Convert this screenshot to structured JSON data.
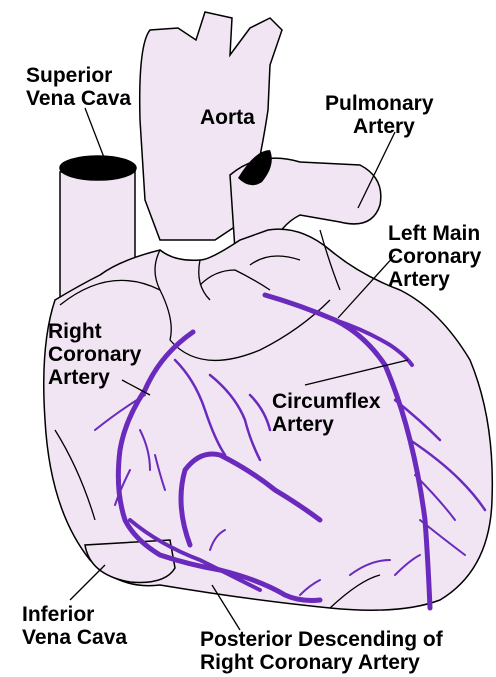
{
  "labels": {
    "superior_vena_cava": [
      "Superior",
      "Vena Cava"
    ],
    "aorta": [
      "Aorta"
    ],
    "pulmonary_artery": [
      "Pulmonary",
      "Artery"
    ],
    "left_main_coronary_artery": [
      "Left Main",
      "Coronary",
      "Artery"
    ],
    "right_coronary_artery": [
      "Right",
      "Coronary",
      "Artery"
    ],
    "circumflex_artery": [
      "Circumflex",
      "Artery"
    ],
    "inferior_vena_cava": [
      "Inferior",
      "Vena Cava"
    ],
    "posterior_descending": [
      "Posterior Descending of",
      "Right Coronary Artery"
    ]
  },
  "colors": {
    "heart_fill": "#f1e4f3",
    "outline": "#000000",
    "vessel": "#6a2bbd",
    "opening": "#000000"
  }
}
